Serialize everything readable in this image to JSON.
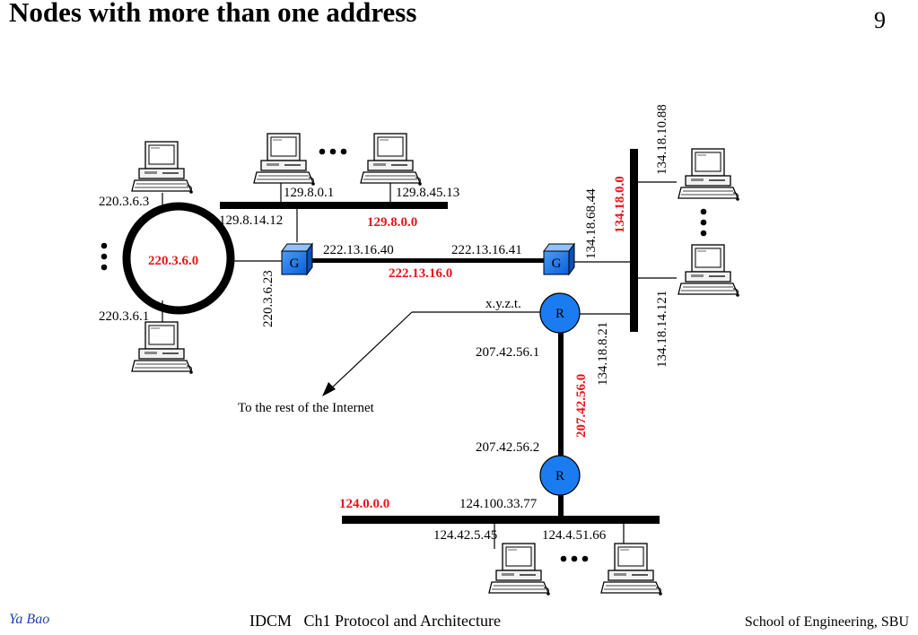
{
  "slide": {
    "title": "Nodes with more than one address",
    "page_number": "9"
  },
  "footer": {
    "author": "Ya Bao",
    "course": "IDCM   Ch1 Protocol and Architecture",
    "school": "School of Engineering, SBU"
  },
  "diagram": {
    "networks": {
      "ring": "220.3.6.0",
      "top_bus": "129.8.0.0",
      "middle_link": "222.13.16.0",
      "right_bus": "134.18.0.0",
      "vertical_link": "207.42.56.0",
      "bottom_bus": "124.0.0.0"
    },
    "addresses": {
      "ring_host_top": "220.3.6.3",
      "ring_host_bottom": "220.3.6.1",
      "ring_gateway": "220.3.6.23",
      "top_gateway": "129.8.14.12",
      "top_host_1": "129.8.0.1",
      "top_host_2": "129.8.45.13",
      "gateway_left": "222.13.16.40",
      "gateway_right": "222.13.16.41",
      "right_gateway": "134.18.68.44",
      "right_host_1": "134.18.10.88",
      "right_host_2": "134.18.14.121",
      "router_right": "134.18.8.21",
      "router_internet": "x.y.z.t.",
      "router_top_down": "207.42.56.1",
      "router_bottom_up": "207.42.56.2",
      "router_bottom_down": "124.100.33.77",
      "bottom_host_1": "124.42.5.45",
      "bottom_host_2": "124.4.51.66"
    },
    "devices": {
      "gateway_symbol": "G",
      "router_symbol": "R"
    },
    "internet_label": "To the rest of the Internet",
    "ellipsis": "• • •"
  }
}
